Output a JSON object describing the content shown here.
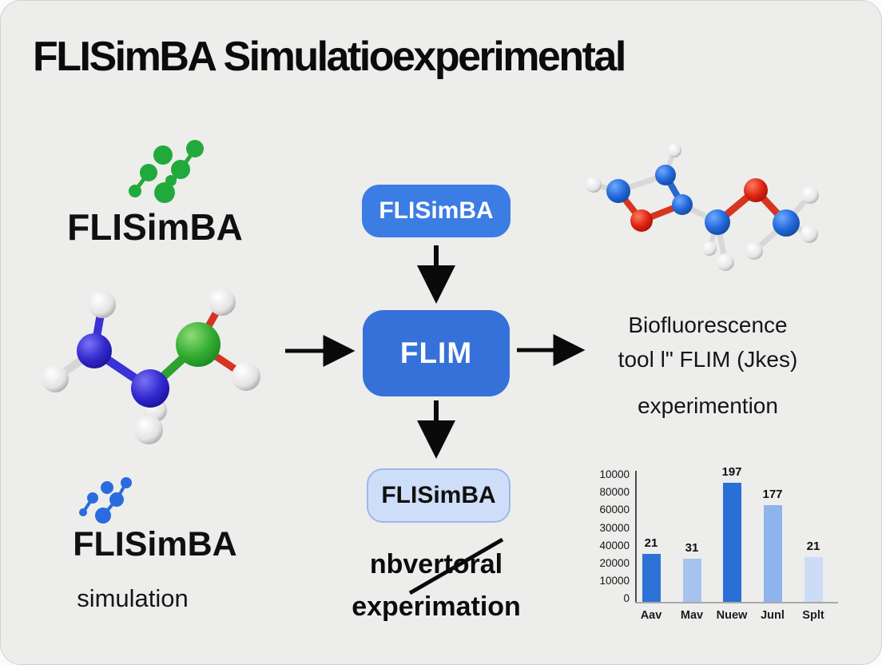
{
  "title": "FLISimBA Simulatioexperimental",
  "left_top": {
    "label": "FLISimBA"
  },
  "left_bottom": {
    "label": "FLISimBA",
    "sublabel": "simulation"
  },
  "flow": {
    "top_box_label": "FLISimBA",
    "mid_box_label": "FLIM",
    "bottom_box_label": "FLISimBA",
    "struck_text": "nbvertoral",
    "below_text": "experimation"
  },
  "right_text": {
    "line1": "Biofluorescence",
    "line2": "tool l\" FLIM (Jkes)",
    "line3": "experimention"
  },
  "colors": {
    "background": "#ededec",
    "flow_box_blue": "#3571d8",
    "flow_box_light": "#cfdef8",
    "arrow": "#0a0a0a"
  },
  "chart_data": {
    "type": "bar",
    "categories": [
      "Aav",
      "Mav",
      "Nuew",
      "Junl",
      "Splt"
    ],
    "values": [
      21,
      31,
      197,
      177,
      21
    ],
    "bar_value_labels": [
      "21",
      "31",
      "197",
      "177",
      "21"
    ],
    "plotted_values": [
      37500,
      33500,
      93000,
      75500,
      35000
    ],
    "ylim": [
      0,
      100000
    ],
    "y_tick_labels": [
      "10000",
      "80000",
      "60000",
      "30000",
      "40000",
      "20000",
      "10000",
      "0"
    ],
    "bar_colors": [
      "#2e72d8",
      "#a6c3ef",
      "#2a6fd6",
      "#8fb3ec",
      "#ccdcf6"
    ],
    "title": "",
    "xlabel": "",
    "ylabel": "",
    "legend": null,
    "grid": false
  }
}
